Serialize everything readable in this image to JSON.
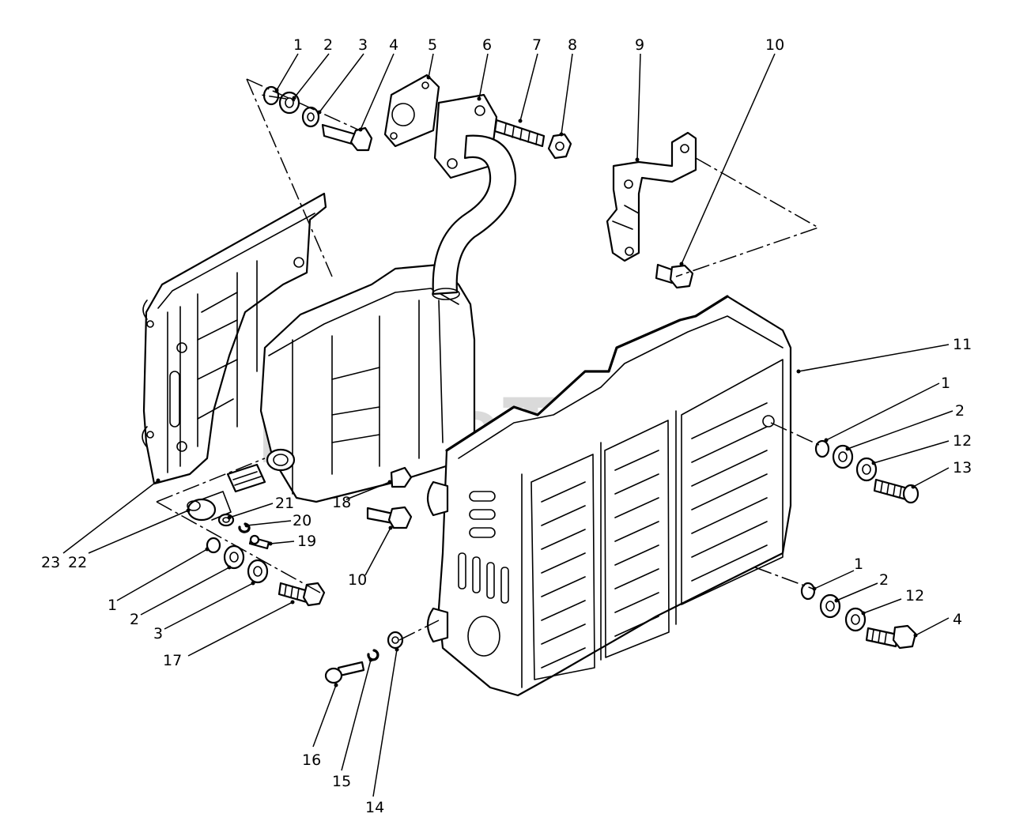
{
  "watermark": "PartsTree",
  "colors": {
    "line": "#000000",
    "background": "#ffffff",
    "watermark": "#bdbdbd"
  },
  "callouts": [
    "1",
    "2",
    "3",
    "4",
    "5",
    "6",
    "7",
    "8",
    "9",
    "10",
    "11",
    "1",
    "2",
    "12",
    "13",
    "18",
    "21",
    "20",
    "19",
    "10",
    "23",
    "22",
    "1",
    "2",
    "3",
    "17",
    "1",
    "2",
    "12",
    "4",
    "16",
    "15",
    "14"
  ]
}
